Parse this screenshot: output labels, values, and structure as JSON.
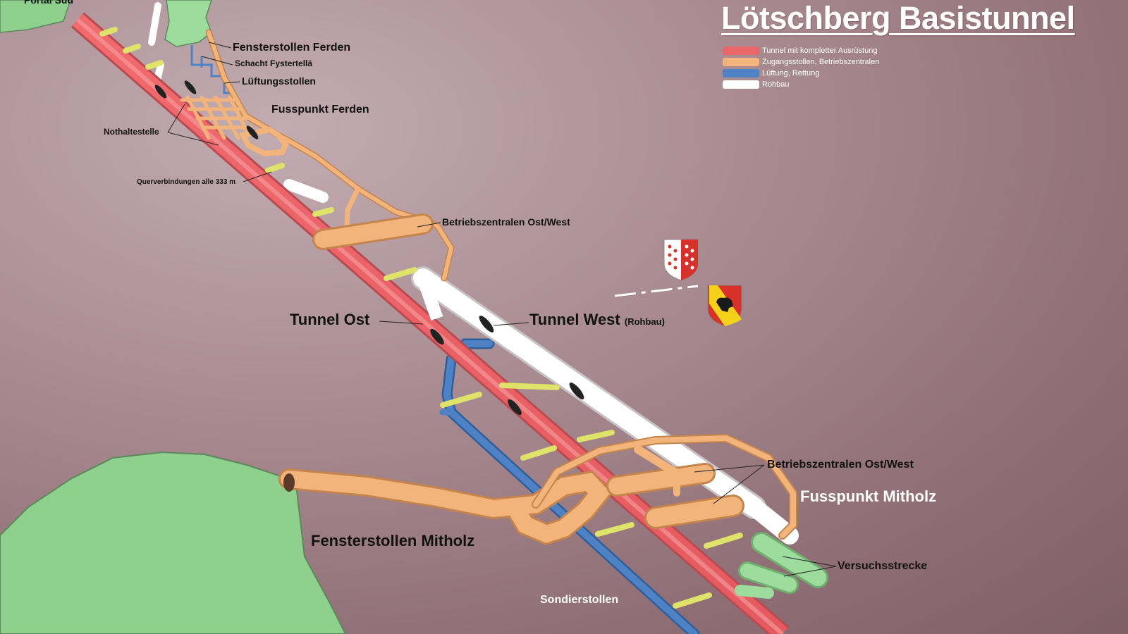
{
  "title": "Lötschberg Basistunnel",
  "legend": [
    {
      "label": "Tunnel mit kompletter Ausrüstung",
      "color": "#e8676a"
    },
    {
      "label": "Zugangsstollen, Betriebszentralen",
      "color": "#f2b47a"
    },
    {
      "label": "Lüftung, Rettung",
      "color": "#4f82c4"
    },
    {
      "label": "Rohbau",
      "color": "#ffffff"
    }
  ],
  "labels": {
    "portal_sued": "Portal Süd",
    "fensterstollen_ferden": "Fensterstollen Ferden",
    "schacht_fystertella": "Schacht Fystertellä",
    "lueftungsstollen": "Lüftungsstollen",
    "fusspunkt_ferden": "Fusspunkt Ferden",
    "nothaltestelle": "Nothaltestelle",
    "querverbindungen": "Querverbindungen alle 333 m",
    "betriebszentralen_1": "Betriebszentralen Ost/West",
    "tunnel_ost": "Tunnel Ost",
    "tunnel_west": "Tunnel West",
    "tunnel_west_suffix": "(Rohbau)",
    "betriebszentralen_2": "Betriebszentralen Ost/West",
    "fusspunkt_mitholz": "Fusspunkt Mitholz",
    "fensterstollen_mitholz": "Fensterstollen Mitholz",
    "versuchsstrecke": "Versuchsstrecke",
    "sondierstollen": "Sondierstollen"
  },
  "colors": {
    "tunnel_full": "#e8676a",
    "access": "#f2b47a",
    "ventilation": "#4f82c4",
    "raw": "#ffffff",
    "crosslink": "#dfe36a",
    "terrain": "#8fd08f",
    "test_section": "#9edc9e"
  },
  "emblems": [
    {
      "name": "Wallis coat of arms",
      "icon": "wallis-shield-icon"
    },
    {
      "name": "Bern coat of arms",
      "icon": "bern-shield-icon"
    }
  ]
}
